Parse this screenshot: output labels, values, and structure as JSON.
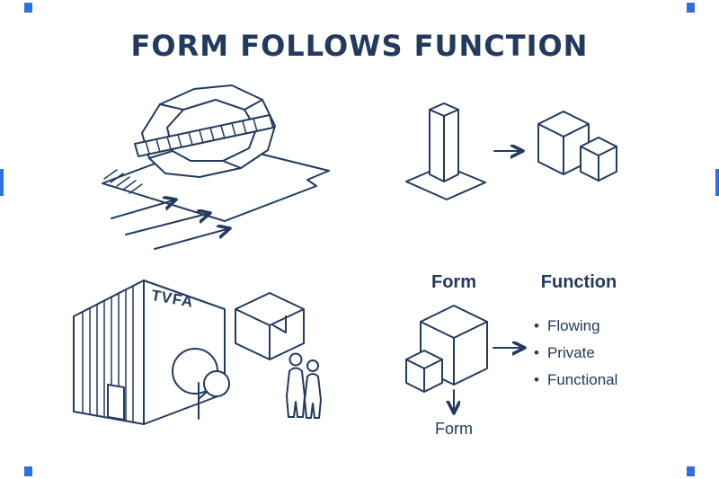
{
  "title": "FORM FOLLOWS FUNCTION",
  "colors": {
    "ink": "#223a5e",
    "edge_mark": "#2f6fe0",
    "background": "#ffffff"
  },
  "building": {
    "label": "TVFA"
  },
  "form_function": {
    "form_label": "Form",
    "function_label": "Function",
    "bottom_label": "Form",
    "bullet_char": "•",
    "bullets": [
      "Flowing",
      "Private",
      "Functional"
    ]
  }
}
